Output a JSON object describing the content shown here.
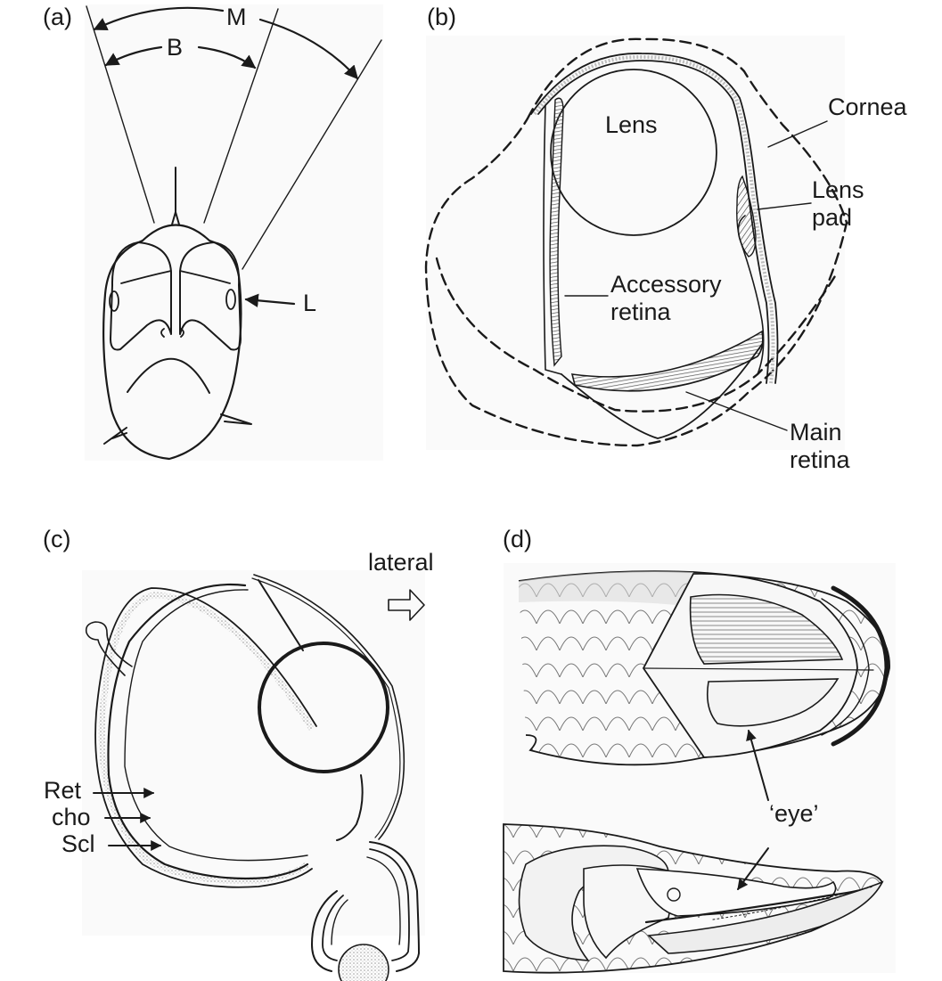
{
  "figure": {
    "panels": [
      {
        "id": "a",
        "label": "(a)",
        "annotations": {
          "monocular": "M",
          "binocular": "B",
          "lens_marker": "L"
        }
      },
      {
        "id": "b",
        "label": "(b)",
        "annotations": {
          "lens": "Lens",
          "cornea": "Cornea",
          "lens_pad_line1": "Lens",
          "lens_pad_line2": "pad",
          "accessory_retina_line1": "Accessory",
          "accessory_retina_line2": "retina",
          "main_retina_line1": "Main",
          "main_retina_line2": "retina"
        }
      },
      {
        "id": "c",
        "label": "(c)",
        "annotations": {
          "direction": "lateral",
          "retina": "Ret",
          "choroid": "cho",
          "sclera": "Scl"
        }
      },
      {
        "id": "d",
        "label": "(d)",
        "annotations": {
          "eye": "‘eye’"
        }
      }
    ],
    "colors": {
      "ink": "#1a1a1a",
      "panel_background": "#fafafa",
      "retina_shading": "#7a7a7a",
      "stipple": "#bdbdbd"
    }
  }
}
